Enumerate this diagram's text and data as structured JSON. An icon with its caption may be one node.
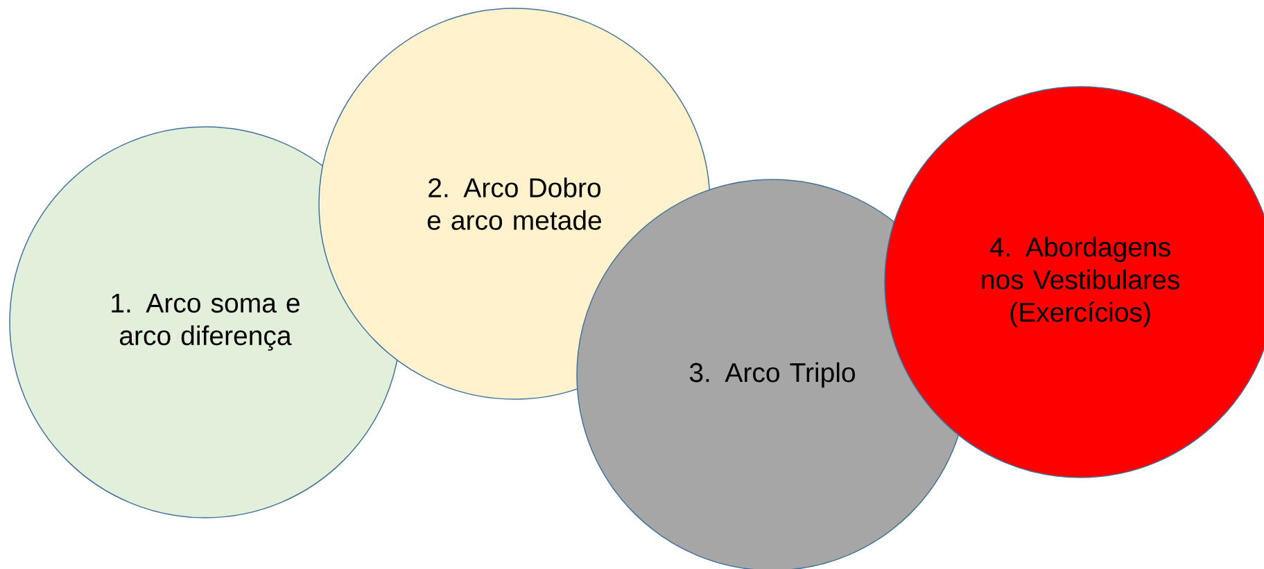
{
  "diagram": {
    "nodes": [
      {
        "text": [
          "1. Arco soma e arco diferença"
        ]
      },
      {
        "text": [
          "2. Arco Dobro e arco metade"
        ]
      },
      {
        "text": [
          "3. Arco Triplo"
        ]
      },
      {
        "text": [
          "4. Abordagens nos Vestibulares (Exercícios)"
        ]
      }
    ]
  }
}
